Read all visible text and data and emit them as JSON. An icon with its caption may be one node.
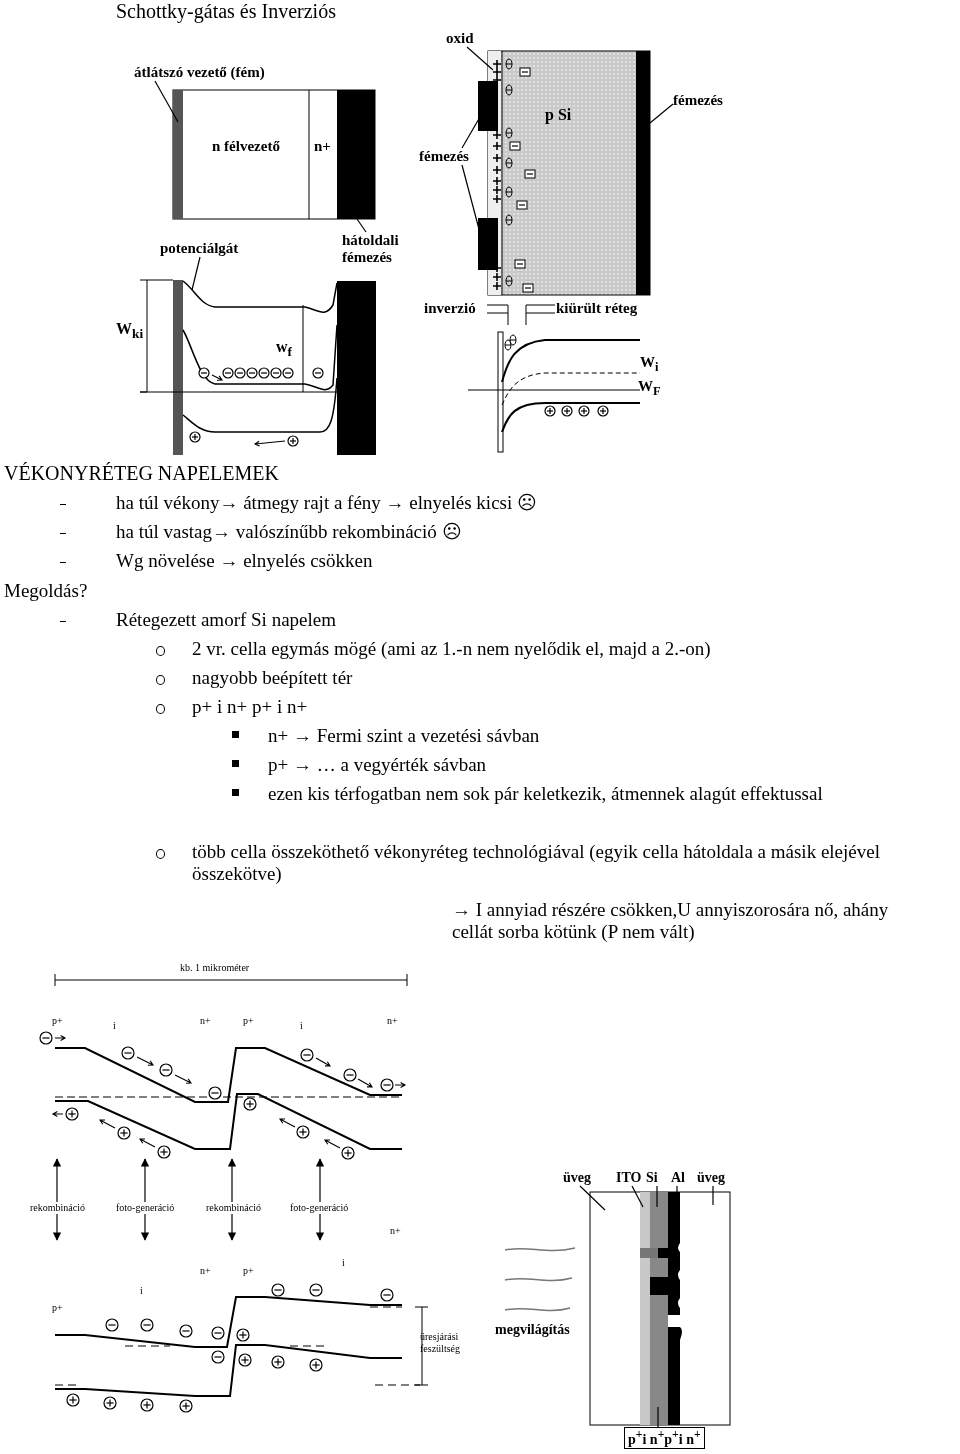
{
  "diagram": {
    "title": "Schottky-gátas és Inverziós",
    "nodes": [
      {
        "text": [
          "átlátszó vezető (fém)"
        ]
      },
      {
        "text": [
          "hátoldali fémezés"
        ]
      },
      {
        "text": [
          "potenciálgát"
        ]
      },
      {
        "text": [
          "oxid"
        ]
      },
      {
        "text": [
          "fémezés"
        ]
      },
      {
        "text": [
          "fémezés"
        ]
      },
      {
        "text": [
          "üveg"
        ]
      },
      {
        "text": [
          "ITO"
        ]
      },
      {
        "text": [
          "Si"
        ]
      },
      {
        "text": [
          "Al"
        ]
      },
      {
        "text": [
          "üveg"
        ]
      },
      {
        "text": [
          "p$^{+}$i n$^{+}$p$^{+}$i n$^{+}$"
        ]
      },
      {
        "text": [
          "rekombináció"
        ]
      },
      {
        "text": [
          "foto-generáció"
        ]
      },
      {
        "text": [
          "rekombináció"
        ]
      },
      {
        "text": [
          "foto-generáció"
        ]
      },
      {
        "text": [],
        "shape": "picture"
      },
      {
        "text": [],
        "shape": "picture"
      },
      {
        "text": [],
        "shape": "picture"
      },
      {
        "text": [],
        "shape": "picture"
      },
      {
        "text": [],
        "shape": "picture"
      }
    ],
    "edges": [
      {
        "from": 0,
        "to": 16,
        "arrow": "none"
      },
      {
        "from": 1,
        "to": 16,
        "arrow": "none"
      },
      {
        "from": 2,
        "to": 17,
        "arrow": "none"
      },
      {
        "from": 3,
        "to": 18,
        "arrow": "none"
      },
      {
        "from": 4,
        "to": 18,
        "arrow": "none"
      },
      {
        "from": 5,
        "to": 18,
        "arrow": "none"
      },
      {
        "from": 5,
        "to": 18,
        "arrow": "none"
      },
      {
        "from": 6,
        "to": 19,
        "arrow": "none"
      },
      {
        "from": 7,
        "to": 19,
        "arrow": "none"
      },
      {
        "from": 8,
        "to": 19,
        "arrow": "none"
      },
      {
        "from": 9,
        "to": 19,
        "arrow": "none"
      },
      {
        "from": 10,
        "to": 19,
        "arrow": "none"
      },
      {
        "from": 11,
        "to": 19,
        "arrow": "none"
      },
      {
        "from": 12,
        "to": 20,
        "arrow": "to"
      },
      {
        "from": 12,
        "to": null,
        "arrow": "to"
      },
      {
        "from": 13,
        "to": 20,
        "arrow": "to"
      },
      {
        "from": 13,
        "to": null,
        "arrow": "to"
      },
      {
        "from": 14,
        "to": 20,
        "arrow": "to"
      },
      {
        "from": 14,
        "to": null,
        "arrow": "to"
      },
      {
        "from": 15,
        "to": 20,
        "arrow": "to"
      },
      {
        "from": 15,
        "to": null,
        "arrow": "to"
      }
    ],
    "labels": [
      "n félvezető",
      "n+",
      "p Si",
      "W$_{ki}$",
      "w$_{f}$",
      "inverzió",
      "kiürült réteg",
      "W$_{i}$",
      "W$_{F}$",
      "VÉKONYRÉTEG NAPELEMEK",
      "ha túl vékony→ átmegy rajt a fény → elnyelés kicsi ☹",
      "ha túl vastag→ valószínűbb rekombináció ☹",
      "Wg növelése → elnyelés csökken",
      "Megoldás?",
      "Rétegezett amorf Si napelem",
      "2 vr. cella egymás mögé (ami az 1.-n nem nyelődik el, majd a 2.-on)",
      "nagyobb beépített tér",
      "p+ i n+ p+ i n+",
      "n+ → Fermi szint a vezetési sávban",
      "p+ → … a vegyérték sávban",
      "ezen kis térfogatban nem sok pár keletkezik, átmennek alagút effektussal",
      "több cella összeköthető vékonyréteg technológiával (egyik cella hátoldala a másik elejével összekötve)",
      "→ I annyiad részére csökken,U annyiszorosára nő, ahány cellát sorba kötünk (P nem vált)",
      "kb. 1 mikrométer",
      "p+",
      "i",
      "n+",
      "p+",
      "i",
      "n+",
      "n+",
      "i",
      "n+",
      "p+",
      "i",
      "p+",
      "üresjárási feszültség",
      "megvilágítás"
    ]
  }
}
